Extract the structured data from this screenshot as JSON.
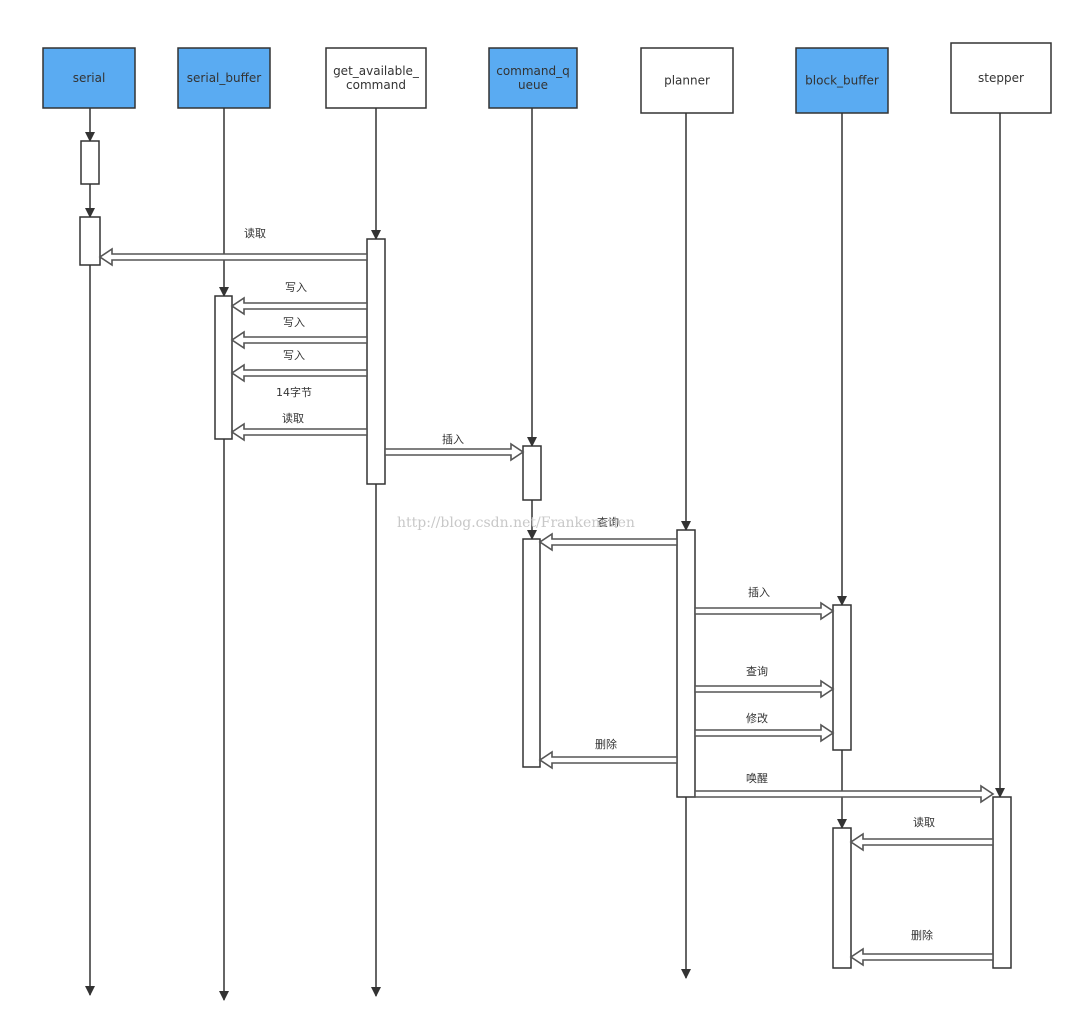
{
  "colors": {
    "highlight": "#5aabf2",
    "plain": "#ffffff",
    "stroke": "#333333",
    "arrow": "#555555",
    "watermark": "#c8c8c8"
  },
  "actors": [
    {
      "id": "serial",
      "lines": [
        "serial"
      ],
      "highlight": true
    },
    {
      "id": "serial_buffer",
      "lines": [
        "serial_buffer"
      ],
      "highlight": true
    },
    {
      "id": "get_available_command",
      "lines": [
        "get_available_",
        "command"
      ],
      "highlight": false
    },
    {
      "id": "command_queue",
      "lines": [
        "command_q",
        "ueue"
      ],
      "highlight": true
    },
    {
      "id": "planner",
      "lines": [
        "planner"
      ],
      "highlight": false
    },
    {
      "id": "block_buffer",
      "lines": [
        "block_buffer"
      ],
      "highlight": true
    },
    {
      "id": "stepper",
      "lines": [
        "stepper"
      ],
      "highlight": false
    }
  ],
  "messages": [
    {
      "from": "get_available_command",
      "to": "serial",
      "label": "读取"
    },
    {
      "from": "get_available_command",
      "to": "serial_buffer",
      "label": "写入"
    },
    {
      "from": "get_available_command",
      "to": "serial_buffer",
      "label": "写入"
    },
    {
      "from": "get_available_command",
      "to": "serial_buffer",
      "label": "写入"
    },
    {
      "from": "get_available_command",
      "to": "serial_buffer",
      "label": "读取",
      "note": "14字节"
    },
    {
      "from": "get_available_command",
      "to": "command_queue",
      "label": "插入"
    },
    {
      "from": "planner",
      "to": "command_queue",
      "label": "查询"
    },
    {
      "from": "planner",
      "to": "block_buffer",
      "label": "插入"
    },
    {
      "from": "planner",
      "to": "block_buffer",
      "label": "查询"
    },
    {
      "from": "planner",
      "to": "block_buffer",
      "label": "修改"
    },
    {
      "from": "planner",
      "to": "command_queue",
      "label": "删除"
    },
    {
      "from": "planner",
      "to": "stepper",
      "label": "唤醒"
    },
    {
      "from": "stepper",
      "to": "block_buffer",
      "label": "读取"
    },
    {
      "from": "stepper",
      "to": "block_buffer",
      "label": "删除"
    }
  ],
  "watermark": "http://blog.csdn.net/Frankenstien"
}
